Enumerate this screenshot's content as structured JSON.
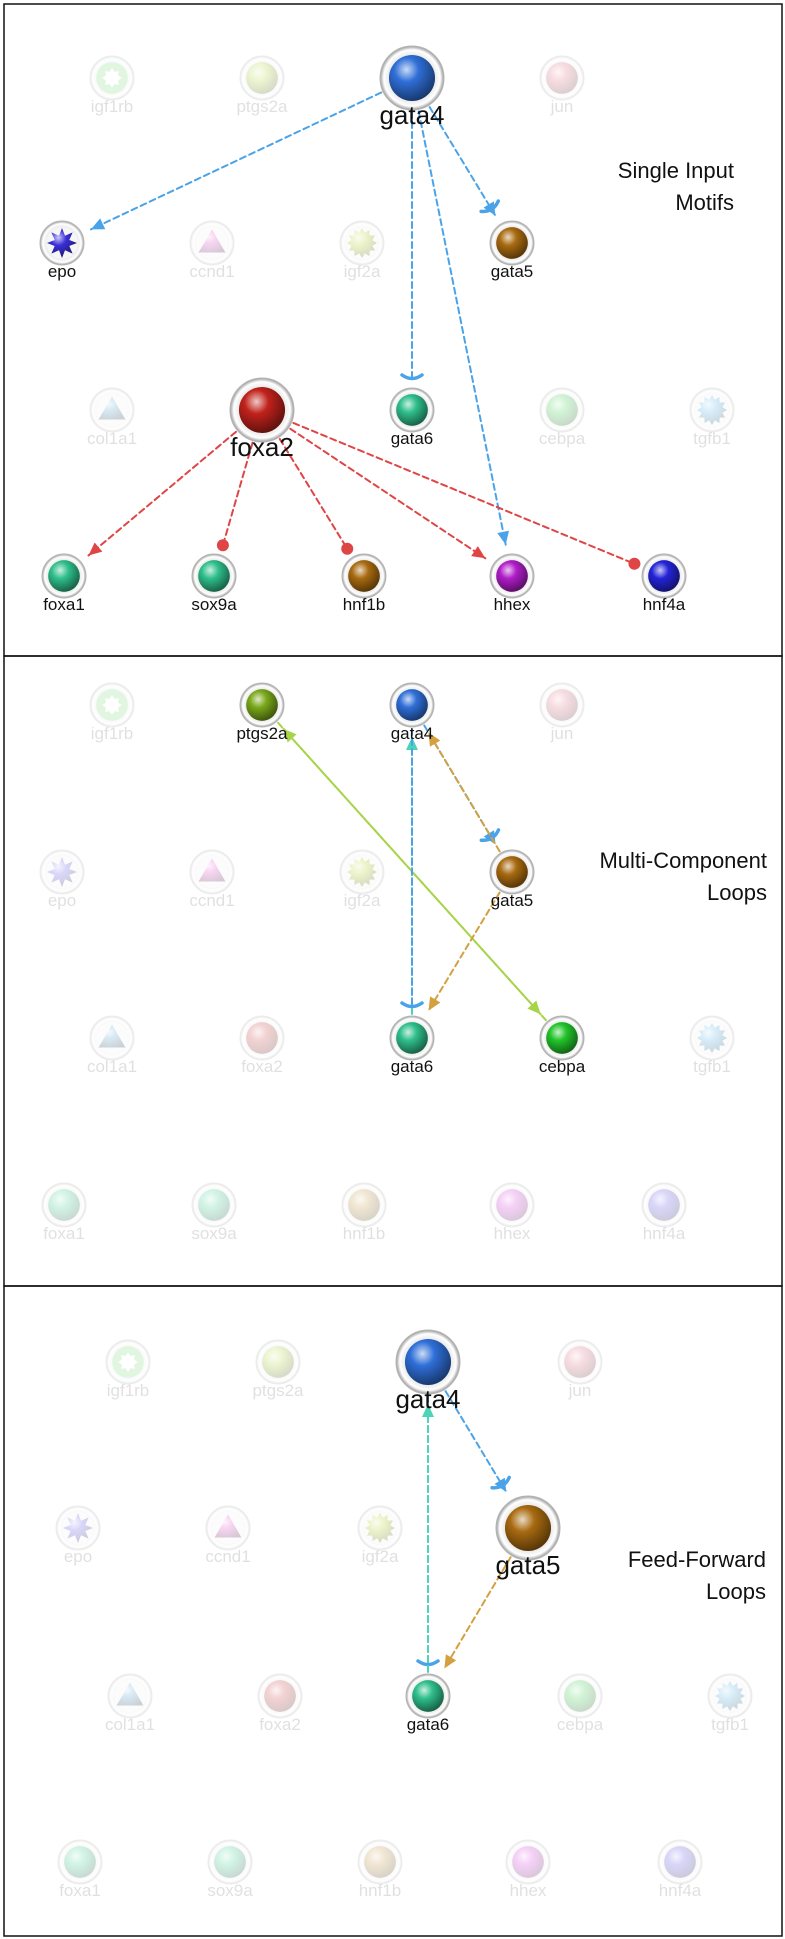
{
  "panels": [
    {
      "title_lines": [
        "Single Input",
        "Motifs"
      ],
      "nodes": [
        {
          "name": "igf1rb",
          "shape": "flower",
          "color": "#7fdc7f",
          "active": false
        },
        {
          "name": "ptgs2a",
          "shape": "circle",
          "color": "#b8d94a",
          "active": false
        },
        {
          "name": "gata4",
          "shape": "circle",
          "color": "#2f6fd8",
          "active": true,
          "big": true
        },
        {
          "name": "jun",
          "shape": "circle",
          "color": "#e17a8c",
          "active": false
        },
        {
          "name": "epo",
          "shape": "star",
          "color": "#3a2fd8",
          "active": true
        },
        {
          "name": "ccnd1",
          "shape": "triangle",
          "color": "#e65bd0",
          "active": false
        },
        {
          "name": "igf2a",
          "shape": "starburst",
          "color": "#b7d12a",
          "active": false
        },
        {
          "name": "gata5",
          "shape": "circle",
          "color": "#a86a10",
          "active": true
        },
        {
          "name": "col1a1",
          "shape": "triangle",
          "color": "#6aaed8",
          "active": false
        },
        {
          "name": "foxa2",
          "shape": "circle",
          "color": "#c0221b",
          "active": true,
          "big": true
        },
        {
          "name": "gata6",
          "shape": "circle",
          "color": "#2fbf8c",
          "active": true
        },
        {
          "name": "cebpa",
          "shape": "circle",
          "color": "#4cd45a",
          "active": false
        },
        {
          "name": "tgfb1",
          "shape": "starburst",
          "color": "#5fb8e8",
          "active": false
        },
        {
          "name": "foxa1",
          "shape": "circle",
          "color": "#2fbf8c",
          "active": true
        },
        {
          "name": "sox9a",
          "shape": "circle",
          "color": "#2fbf8c",
          "active": true
        },
        {
          "name": "hnf1b",
          "shape": "circle",
          "color": "#a86a10",
          "active": true
        },
        {
          "name": "hhex",
          "shape": "circle",
          "color": "#b01cc8",
          "active": true
        },
        {
          "name": "hnf4a",
          "shape": "circle",
          "color": "#2424d8",
          "active": true
        }
      ],
      "edges": [
        {
          "from": "gata4",
          "to": "epo",
          "type": "arrow",
          "color": "#4aa3e8"
        },
        {
          "from": "gata4",
          "to": "gata5",
          "type": "bar-arrow",
          "color": "#4aa3e8"
        },
        {
          "from": "gata4",
          "to": "gata6",
          "type": "bar",
          "color": "#4aa3e8"
        },
        {
          "from": "gata4",
          "to": "hhex",
          "type": "arrow",
          "color": "#4aa3e8"
        },
        {
          "from": "foxa2",
          "to": "foxa1",
          "type": "arrow",
          "color": "#e04545"
        },
        {
          "from": "foxa2",
          "to": "sox9a",
          "type": "dot",
          "color": "#e04545"
        },
        {
          "from": "foxa2",
          "to": "hnf1b",
          "type": "dot",
          "color": "#e04545"
        },
        {
          "from": "foxa2",
          "to": "hhex",
          "type": "arrow",
          "color": "#e04545"
        },
        {
          "from": "foxa2",
          "to": "hnf4a",
          "type": "dot",
          "color": "#e04545"
        }
      ]
    },
    {
      "title_lines": [
        "Multi-Component",
        "Loops"
      ],
      "nodes": [
        {
          "name": "igf1rb",
          "shape": "flower",
          "color": "#7fdc7f",
          "active": false
        },
        {
          "name": "ptgs2a",
          "shape": "circle",
          "color": "#7aa81a",
          "active": true
        },
        {
          "name": "gata4",
          "shape": "circle",
          "color": "#2f6fd8",
          "active": true
        },
        {
          "name": "jun",
          "shape": "circle",
          "color": "#e17a8c",
          "active": false
        },
        {
          "name": "epo",
          "shape": "star",
          "color": "#6a5fe8",
          "active": false
        },
        {
          "name": "ccnd1",
          "shape": "triangle",
          "color": "#e65bd0",
          "active": false
        },
        {
          "name": "igf2a",
          "shape": "starburst",
          "color": "#b7d12a",
          "active": false
        },
        {
          "name": "gata5",
          "shape": "circle",
          "color": "#a86a10",
          "active": true
        },
        {
          "name": "col1a1",
          "shape": "triangle",
          "color": "#6aaed8",
          "active": false
        },
        {
          "name": "foxa2",
          "shape": "circle",
          "color": "#d05050",
          "active": false
        },
        {
          "name": "gata6",
          "shape": "circle",
          "color": "#2fbf8c",
          "active": true
        },
        {
          "name": "cebpa",
          "shape": "circle",
          "color": "#22c42a",
          "active": true
        },
        {
          "name": "tgfb1",
          "shape": "starburst",
          "color": "#5fb8e8",
          "active": false
        },
        {
          "name": "foxa1",
          "shape": "circle",
          "color": "#4cd49c",
          "active": false
        },
        {
          "name": "sox9a",
          "shape": "circle",
          "color": "#4cd49c",
          "active": false
        },
        {
          "name": "hnf1b",
          "shape": "circle",
          "color": "#c8a050",
          "active": false
        },
        {
          "name": "hhex",
          "shape": "circle",
          "color": "#d84ae0",
          "active": false
        },
        {
          "name": "hnf4a",
          "shape": "circle",
          "color": "#6a5fe8",
          "active": false
        }
      ],
      "edges": [
        {
          "from": "ptgs2a",
          "to": "cebpa",
          "type": "arrow",
          "color": "#a8d44a"
        },
        {
          "from": "cebpa",
          "to": "ptgs2a",
          "type": "arrow",
          "color": "#a8d44a"
        },
        {
          "from": "gata6",
          "to": "gata4",
          "type": "arrow",
          "color": "#4cd4b8"
        },
        {
          "from": "gata4",
          "to": "gata6",
          "type": "bar",
          "color": "#4aa3e8"
        },
        {
          "from": "gata4",
          "to": "gata5",
          "type": "bar-arrow",
          "color": "#4aa3e8"
        },
        {
          "from": "gata5",
          "to": "gata4",
          "type": "arrow",
          "color": "#d4a040"
        },
        {
          "from": "gata5",
          "to": "gata6",
          "type": "arrow",
          "color": "#d4a040"
        }
      ]
    },
    {
      "title_lines": [
        "Feed-Forward",
        "Loops"
      ],
      "nodes": [
        {
          "name": "igf1rb",
          "shape": "flower",
          "color": "#7fdc7f",
          "active": false
        },
        {
          "name": "ptgs2a",
          "shape": "circle",
          "color": "#b8d94a",
          "active": false
        },
        {
          "name": "gata4",
          "shape": "circle",
          "color": "#2f6fd8",
          "active": true,
          "big": true
        },
        {
          "name": "jun",
          "shape": "circle",
          "color": "#e17a8c",
          "active": false
        },
        {
          "name": "epo",
          "shape": "star",
          "color": "#6a5fe8",
          "active": false
        },
        {
          "name": "ccnd1",
          "shape": "triangle",
          "color": "#e65bd0",
          "active": false
        },
        {
          "name": "igf2a",
          "shape": "starburst",
          "color": "#b7d12a",
          "active": false
        },
        {
          "name": "gata5",
          "shape": "circle",
          "color": "#a86a10",
          "active": true,
          "big": true
        },
        {
          "name": "col1a1",
          "shape": "triangle",
          "color": "#6aaed8",
          "active": false
        },
        {
          "name": "foxa2",
          "shape": "circle",
          "color": "#d05050",
          "active": false
        },
        {
          "name": "gata6",
          "shape": "circle",
          "color": "#2fbf8c",
          "active": true
        },
        {
          "name": "cebpa",
          "shape": "circle",
          "color": "#4cd45a",
          "active": false
        },
        {
          "name": "tgfb1",
          "shape": "starburst",
          "color": "#5fb8e8",
          "active": false
        },
        {
          "name": "foxa1",
          "shape": "circle",
          "color": "#4cd49c",
          "active": false
        },
        {
          "name": "sox9a",
          "shape": "circle",
          "color": "#4cd49c",
          "active": false
        },
        {
          "name": "hnf1b",
          "shape": "circle",
          "color": "#c8a050",
          "active": false
        },
        {
          "name": "hhex",
          "shape": "circle",
          "color": "#d84ae0",
          "active": false
        },
        {
          "name": "hnf4a",
          "shape": "circle",
          "color": "#6a5fe8",
          "active": false
        }
      ],
      "edges": [
        {
          "from": "gata4",
          "to": "gata5",
          "type": "bar-arrow",
          "color": "#4aa3e8"
        },
        {
          "from": "gata4",
          "to": "gata6",
          "type": "bar",
          "color": "#4aa3e8"
        },
        {
          "from": "gata6",
          "to": "gata4",
          "type": "arrow",
          "color": "#4cd4b8"
        },
        {
          "from": "gata5",
          "to": "gata6",
          "type": "arrow",
          "color": "#d4a040"
        }
      ]
    }
  ]
}
